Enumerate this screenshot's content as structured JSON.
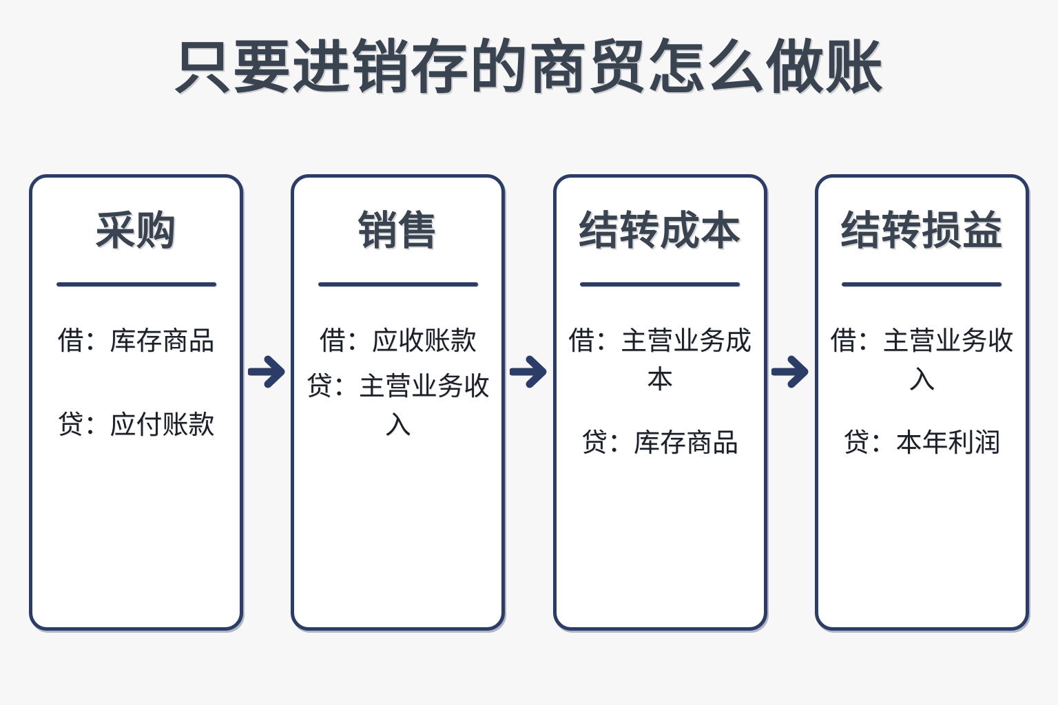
{
  "page": {
    "title": "只要进销存的商贸怎么做账",
    "background_color": "#f7f7f7",
    "title_color": "#3a4450",
    "accent_color": "#2b3d66",
    "text_color": "#1b1f27"
  },
  "flow": {
    "arrow_icon": "arrow-right-icon",
    "steps": [
      {
        "title": "采购",
        "entries": [
          {
            "label": "借：",
            "account": "库存商品"
          },
          {
            "label": "贷：",
            "account": "应付账款"
          }
        ]
      },
      {
        "title": "销售",
        "entries": [
          {
            "label": "借：",
            "account": "应收账款"
          },
          {
            "label": "贷：",
            "account": "主营业务收入"
          }
        ]
      },
      {
        "title": "结转成本",
        "entries": [
          {
            "label": "借：",
            "account": "主营业务成本"
          },
          {
            "label": "贷：",
            "account": "库存商品"
          }
        ]
      },
      {
        "title": "结转损益",
        "entries": [
          {
            "label": "借：",
            "account": "主营业务收入"
          },
          {
            "label": "贷：",
            "account": "本年利润"
          }
        ]
      }
    ]
  }
}
